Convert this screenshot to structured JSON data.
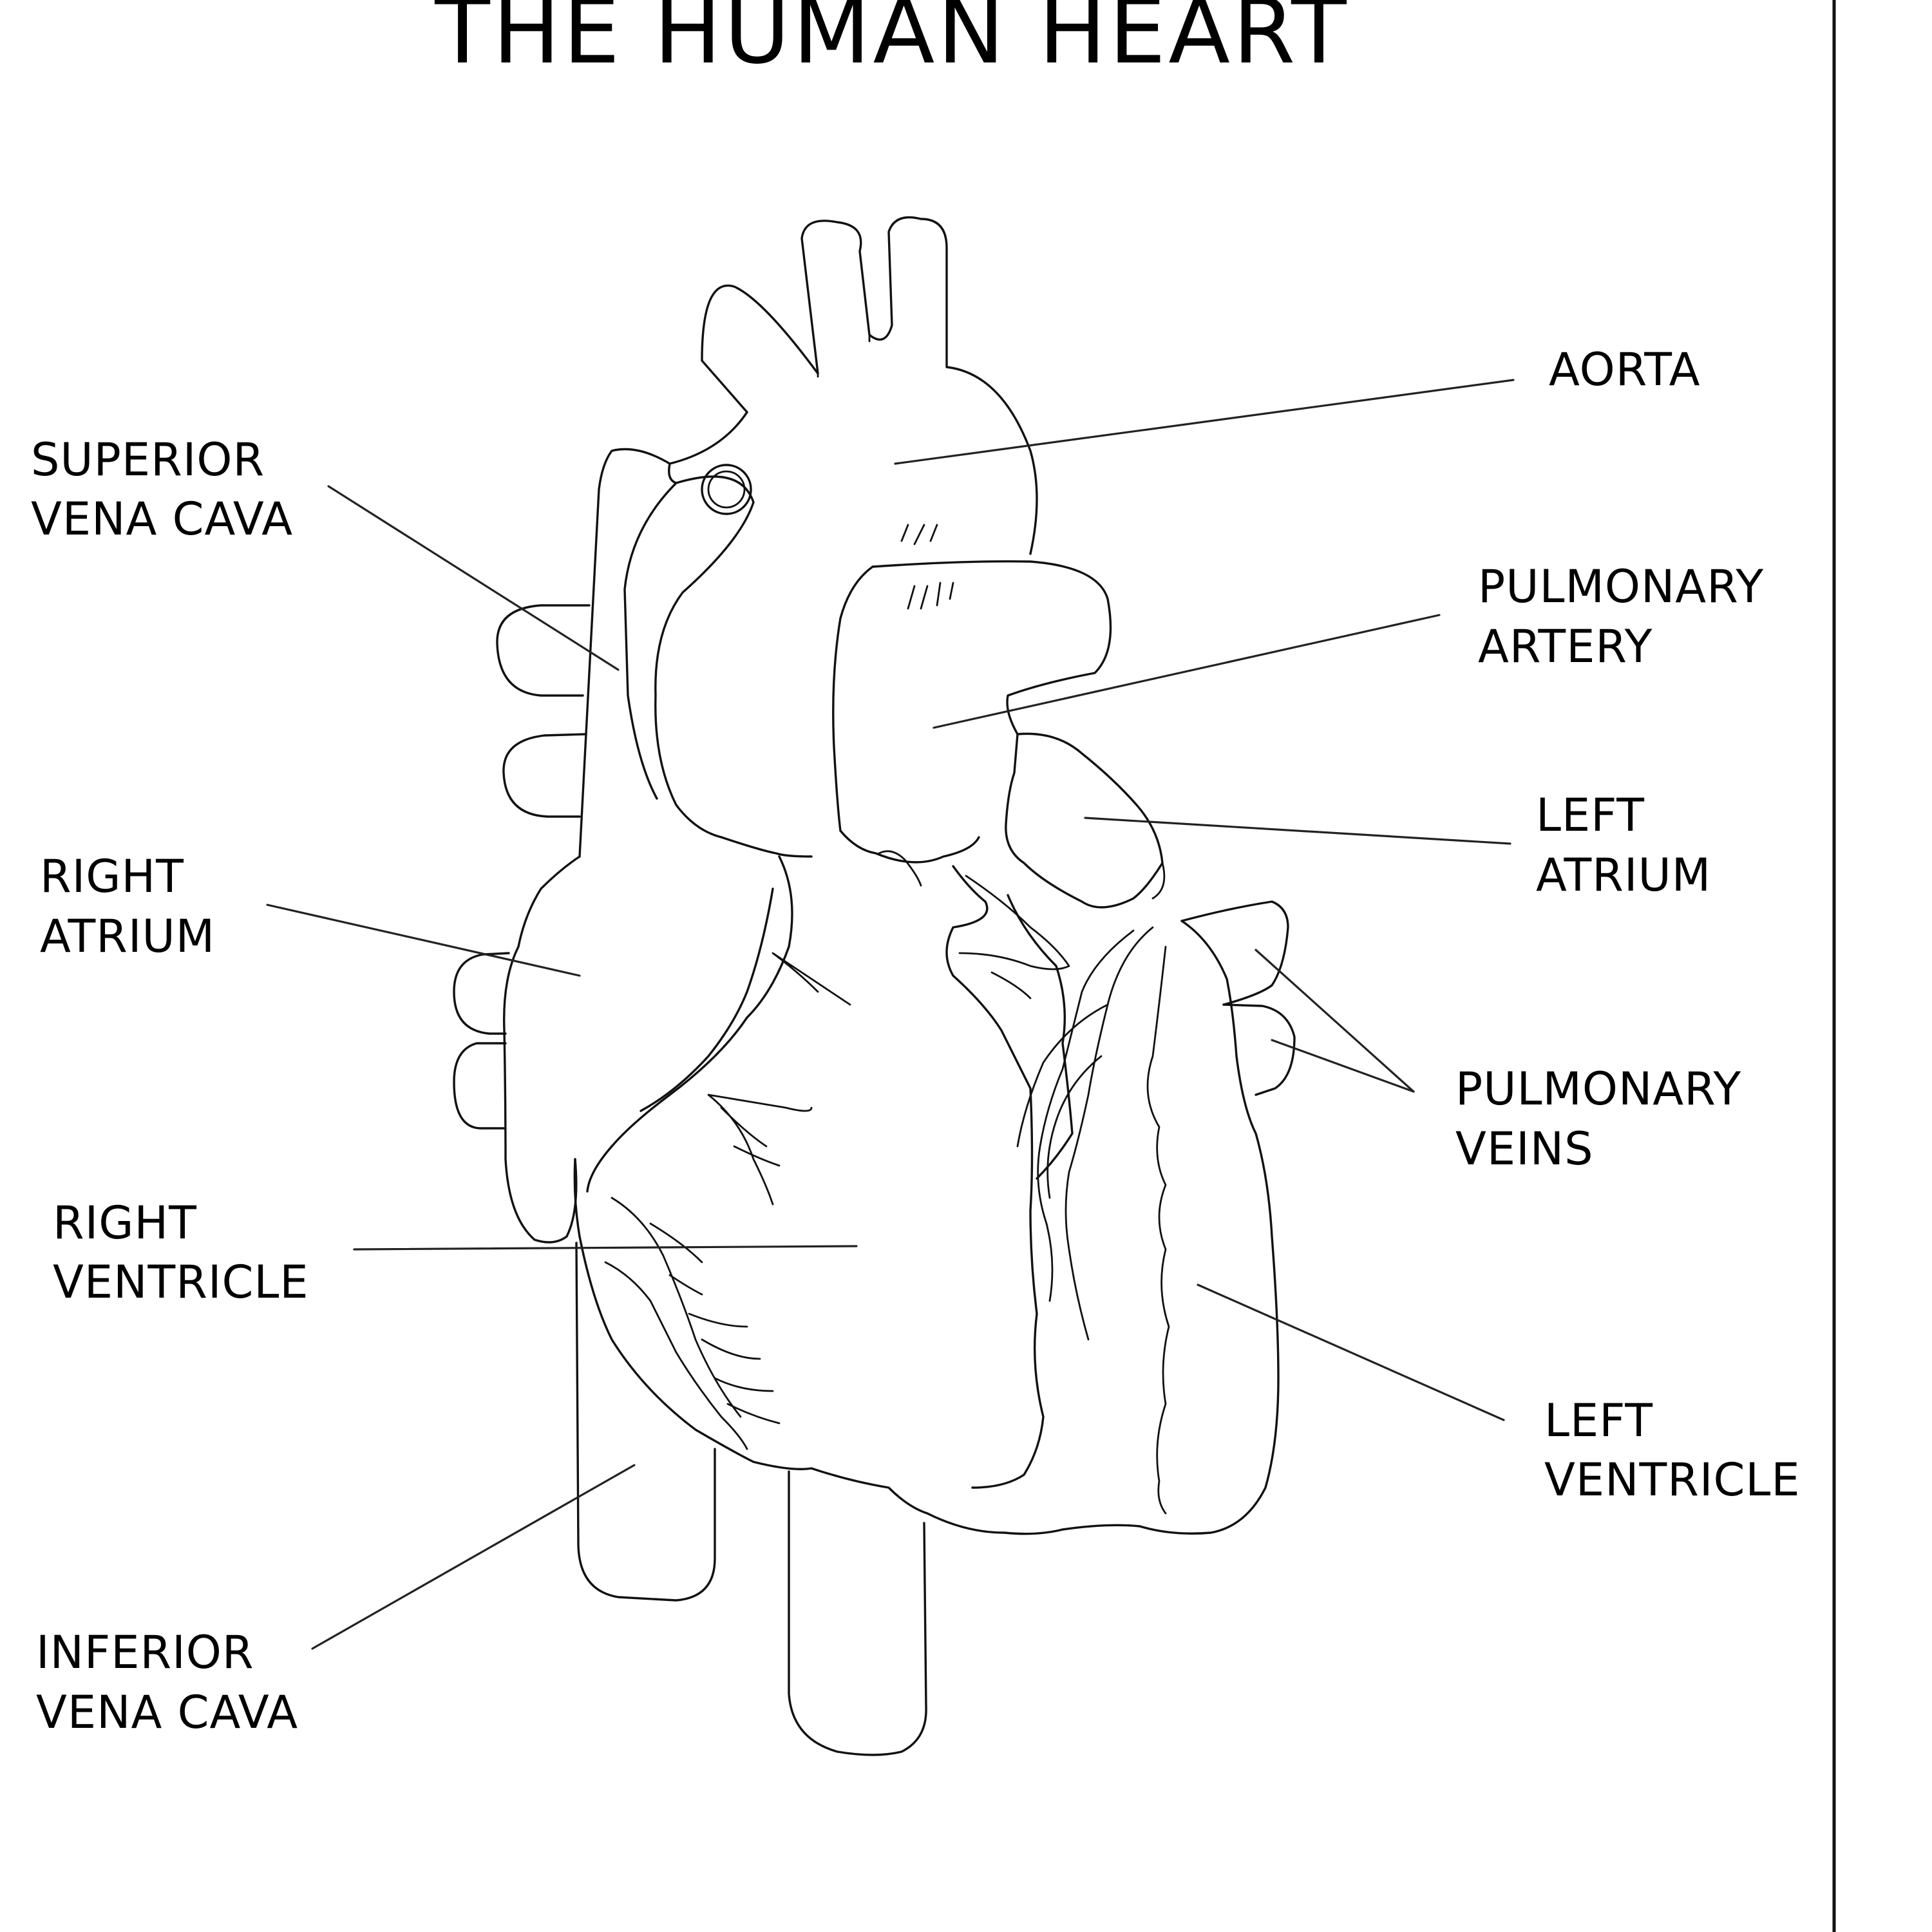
{
  "title": "THE HUMAN HEART",
  "labels": {
    "superior_vena_cava": [
      "SUPERIOR",
      "VENA CAVA"
    ],
    "aorta": [
      "AORTA"
    ],
    "pulmonary_artery": [
      "PULMONARY",
      "ARTERY"
    ],
    "left_atrium": [
      "LEFT",
      "ATRIUM"
    ],
    "right_atrium": [
      "RIGHT",
      "ATRIUM"
    ],
    "pulmonary_veins": [
      "PULMONARY",
      "VEINS"
    ],
    "right_ventricle": [
      "RIGHT",
      "VENTRICLE"
    ],
    "left_ventricle": [
      "LEFT",
      "VENTRICLE"
    ],
    "inferior_vena_cava": [
      "INFERIOR",
      "VENA CAVA"
    ]
  },
  "colors": {
    "ink": "#111111",
    "background": "#ffffff"
  }
}
